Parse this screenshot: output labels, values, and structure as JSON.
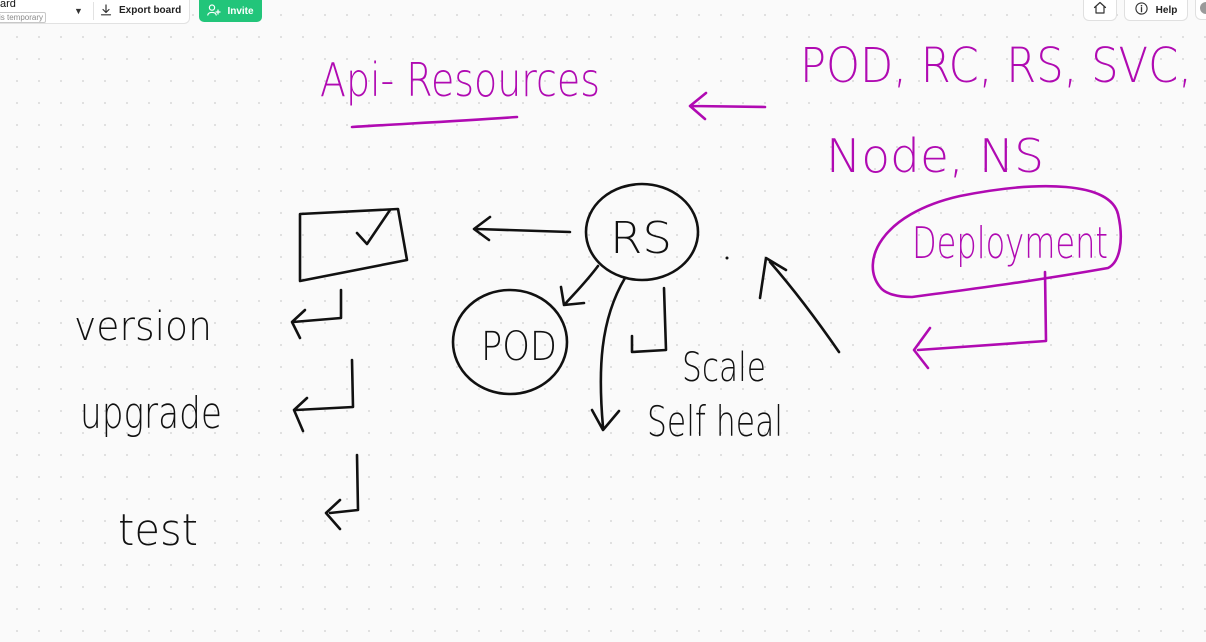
{
  "toolbar": {
    "board_name": "ard",
    "board_temp_label": "is temporary",
    "dropdown_icon": "caret-down-icon",
    "export_label": "Export board",
    "export_icon": "download-icon",
    "invite_label": "Invite",
    "invite_icon": "add-user-icon",
    "home_icon": "home-icon",
    "help_label": "Help",
    "help_icon": "info-icon",
    "accent_color": "#22c57a"
  },
  "canvas": {
    "ink_colors": {
      "black": "#111111",
      "purple": "#b00ab2"
    },
    "notes": {
      "api_resources": "Api- Resources",
      "resource_list_line1": "POD, RC, RS, SVC,",
      "resource_list_line2": "Node, NS",
      "rs_label": "RS",
      "pod_label": "POD",
      "deployment_label": "Deployment",
      "version_label": "version",
      "upgrade_label": "upgrade",
      "test_label": "test",
      "scale_label": "Scale",
      "self_heal_label": "Self heal"
    }
  }
}
